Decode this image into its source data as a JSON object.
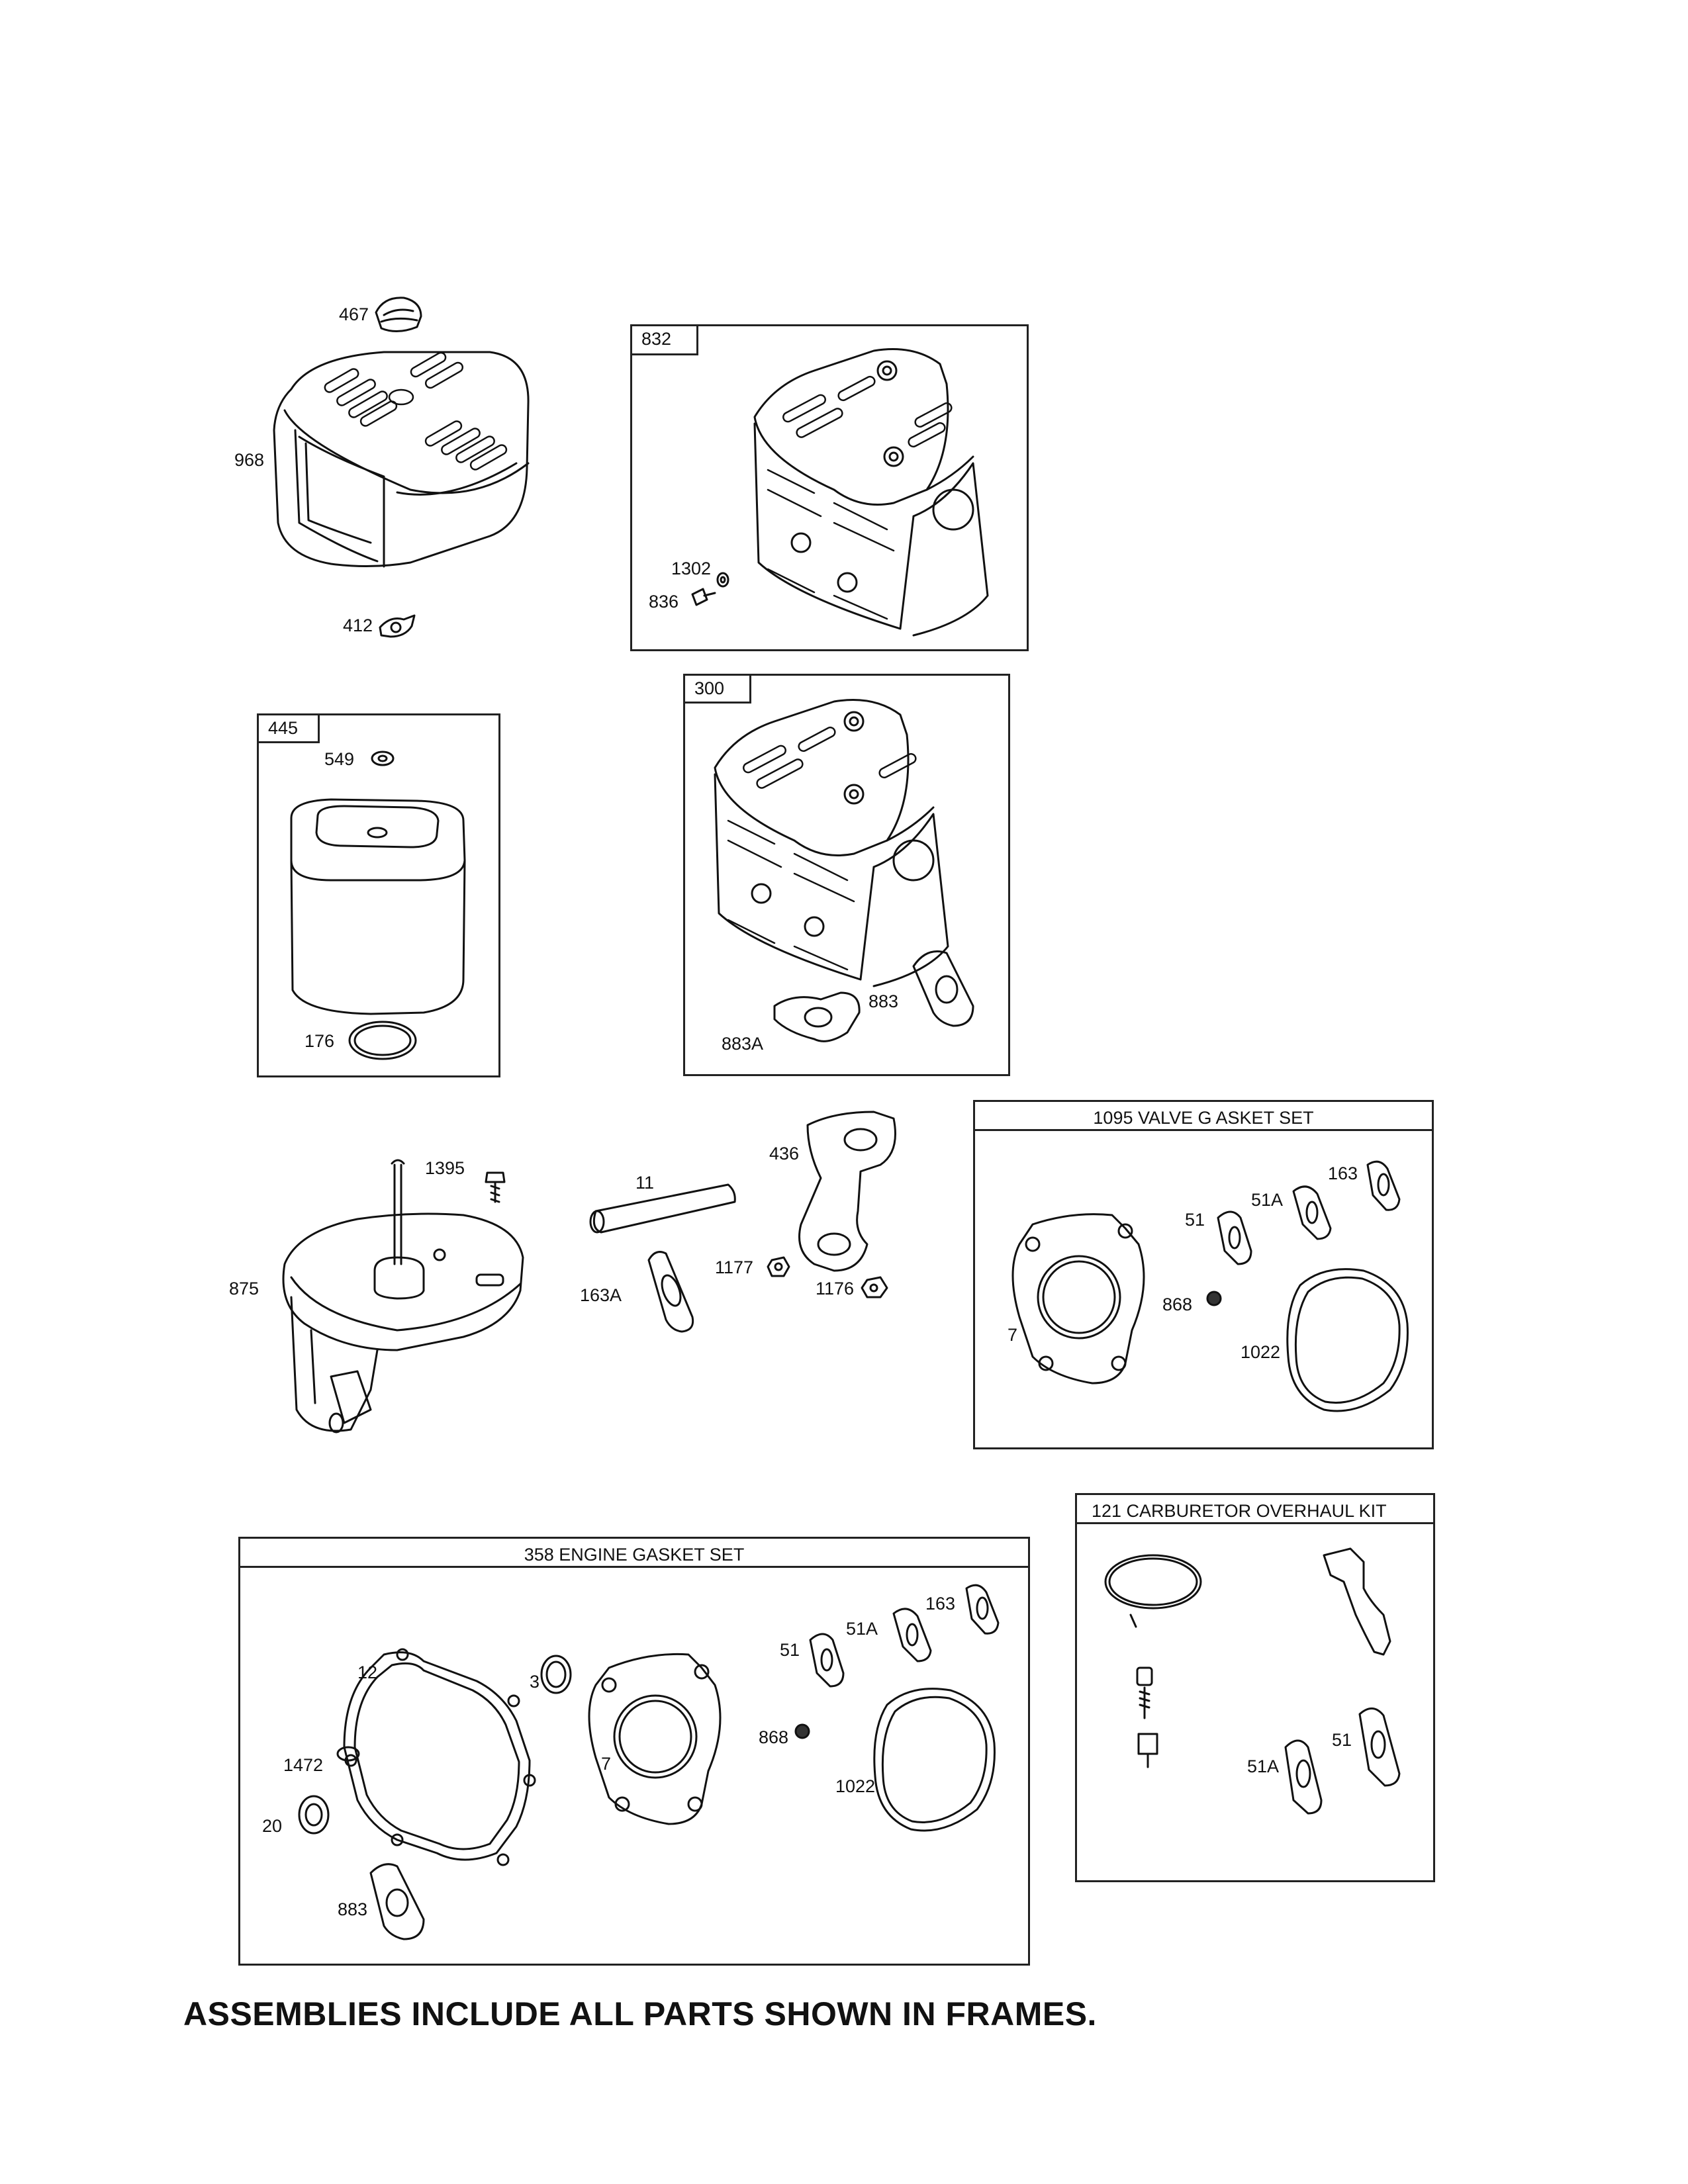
{
  "frames": {
    "f832": "832",
    "f445": "445",
    "f300": "300",
    "valve_gasket": "1095 VALVE G   ASKET SET",
    "engine_gasket": "358 ENGINE GASKET SET",
    "carb_kit": "121 CARBURETOR OVERHAUL KIT"
  },
  "labels": {
    "p467": "467",
    "p968": "968",
    "p412": "412",
    "p1302": "1302",
    "p836": "836",
    "p549": "549",
    "p176": "176",
    "p883_top": "883",
    "p883a_top": "883A",
    "p1395": "1395",
    "p875": "875",
    "p11": "11",
    "p436": "436",
    "p163a": "163A",
    "p1177": "1177",
    "p1176": "1176",
    "v163": "163",
    "v51a": "51A",
    "v51": "51",
    "v868": "868",
    "v7": "7",
    "v1022": "1022",
    "e12": "12",
    "e3": "3",
    "e7": "7",
    "e51": "51",
    "e51a": "51A",
    "e163": "163",
    "e868": "868",
    "e1022": "1022",
    "e1472": "1472",
    "e20": "20",
    "e883": "883",
    "c51a": "51A",
    "c51": "51"
  },
  "footer": "ASSEMBLIES INCLUDE ALL PARTS SHOWN IN FRAMES."
}
